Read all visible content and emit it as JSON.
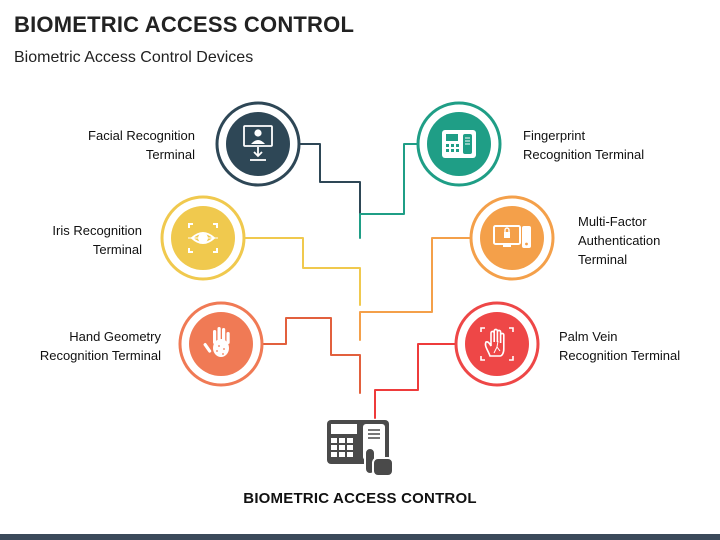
{
  "title": "BIOMETRIC ACCESS CONTROL",
  "subtitle": "Biometric Access Control Devices",
  "center_label": "BIOMETRIC ACCESS CONTROL",
  "colors": {
    "navy": "#2e4756",
    "teal": "#1f9e86",
    "yellow": "#f0c94e",
    "orange": "#f4a04a",
    "coral": "#f07a55",
    "red": "#ee4747",
    "device": "#4a4a4a",
    "footer": "#3b4a5a"
  },
  "nodes": [
    {
      "id": "facial",
      "text": "Facial Recognition\nTerminal",
      "icon": "monitor-user-icon",
      "color": "navy"
    },
    {
      "id": "iris",
      "text": "Iris Recognition\nTerminal",
      "icon": "eye-scan-icon",
      "color": "yellow"
    },
    {
      "id": "hand",
      "text": "Hand Geometry\nRecognition Terminal",
      "icon": "hand-print-icon",
      "color": "coral"
    },
    {
      "id": "fingerprint",
      "text": "Fingerprint\nRecognition Terminal",
      "icon": "keypad-terminal-icon",
      "color": "teal"
    },
    {
      "id": "multifactor",
      "text": "Multi-Factor\nAuthentication\nTerminal",
      "icon": "secure-computer-icon",
      "color": "orange"
    },
    {
      "id": "palm",
      "text": "Palm Vein\nRecognition Terminal",
      "icon": "palm-vein-icon",
      "color": "red"
    }
  ]
}
